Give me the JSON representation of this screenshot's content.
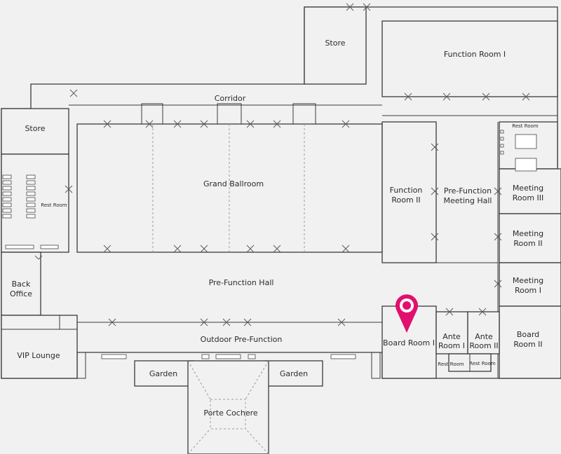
{
  "rooms": {
    "store_top": "Store",
    "function_room_1": "Function Room I",
    "corridor": "Corridor",
    "store_left": "Store",
    "grand_ballroom": "Grand Ballroom",
    "function_room_2": [
      "Function",
      "Room II"
    ],
    "pre_function_meeting_hall": [
      "Pre-Function",
      "Meeting Hall"
    ],
    "meeting_room_3": [
      "Meeting",
      "Room III"
    ],
    "meeting_room_2": [
      "Meeting",
      "Room II"
    ],
    "meeting_room_1": [
      "Meeting",
      "Room I"
    ],
    "rest_room_left": "Rest Room",
    "rest_room_right_top": "Rest Room",
    "back_office": [
      "Back",
      "Office"
    ],
    "pre_function_hall": "Pre-Function Hall",
    "outdoor_pre_function": "Outdoor Pre-Function",
    "vip_lounge": "VIP Lounge",
    "board_room_1": "Board Room I",
    "ante_room_1": [
      "Ante",
      "Room I"
    ],
    "ante_room_2": [
      "Ante",
      "Room II"
    ],
    "board_room_2": [
      "Board",
      "Room II"
    ],
    "rest_room_a": "Rest Room",
    "rest_room_b": "Rest Room",
    "garden_left": "Garden",
    "garden_right": "Garden",
    "porte_cochere": "Porte Cochere"
  },
  "marker": {
    "room": "Board Room I",
    "color": "#e0106e"
  },
  "icons": {
    "door": "door-swing-icon",
    "marker": "map-pin-icon"
  }
}
